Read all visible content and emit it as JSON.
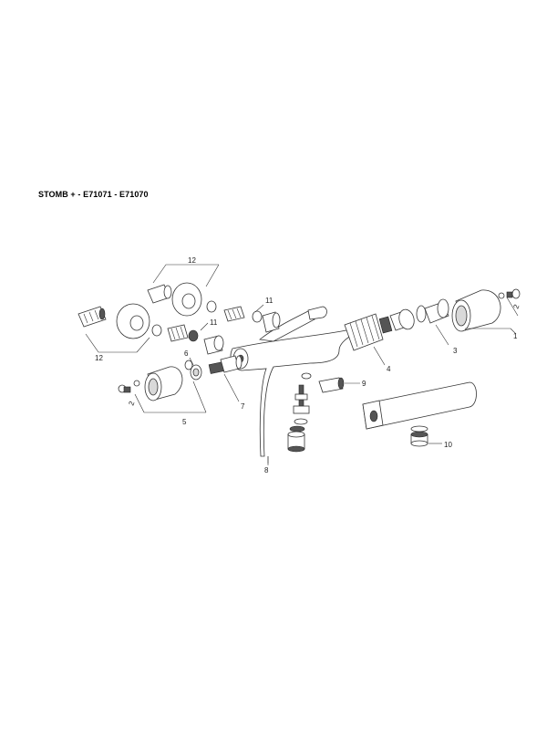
{
  "title": "STOMB + - E71071 - E71070",
  "callouts": {
    "c1": "1",
    "c2a": "2",
    "c2b": "2",
    "c3": "3",
    "c4": "4",
    "c5": "5",
    "c6": "6",
    "c7": "7",
    "c8": "8",
    "c9": "9",
    "c10": "10",
    "c11a": "11",
    "c11b": "11",
    "c12a": "12",
    "c12b": "12"
  }
}
